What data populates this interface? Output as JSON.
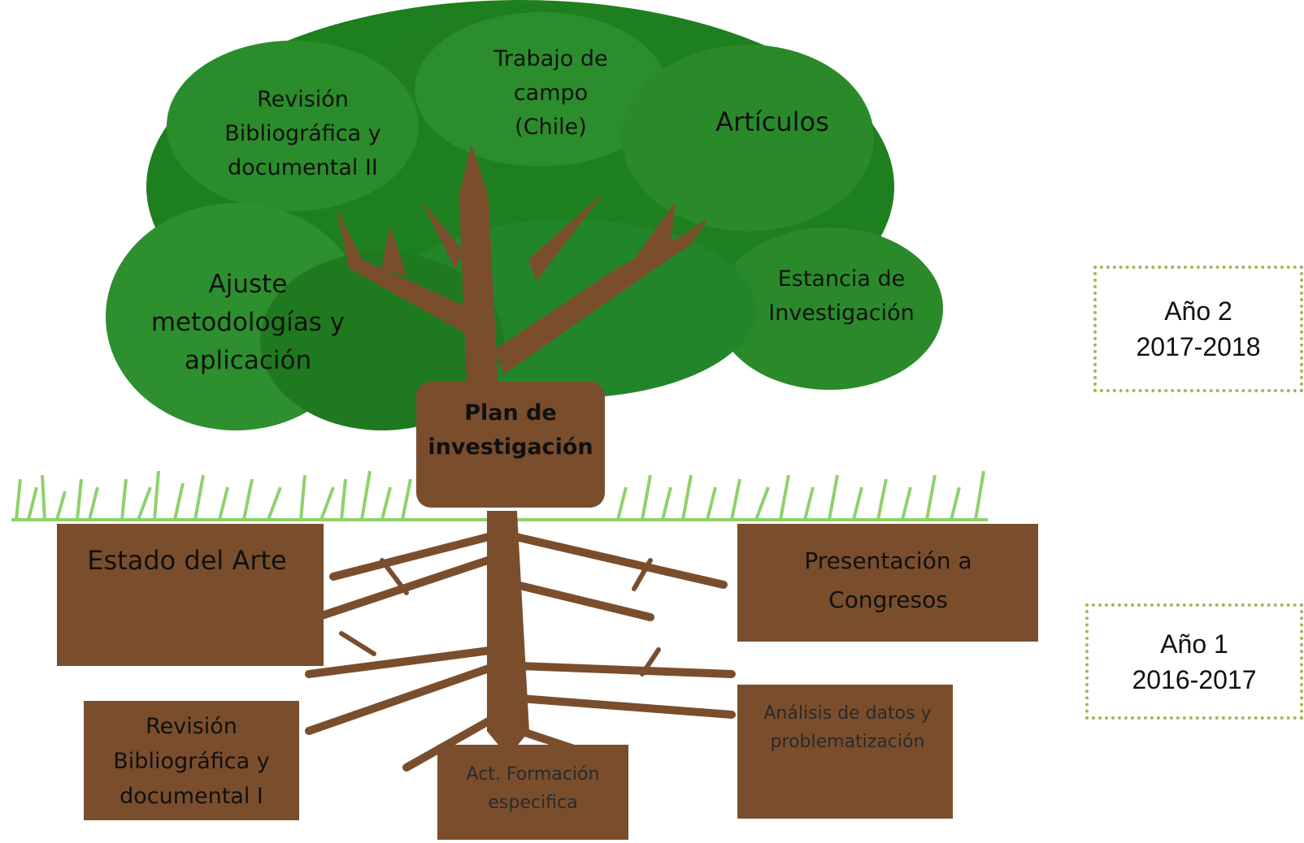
{
  "canopy": [
    {
      "text": "Revisión\nBibliográfica y\ndocumental II"
    },
    {
      "text": "Trabajo de\ncampo\n(Chile)"
    },
    {
      "text": "Artículos"
    },
    {
      "text": "Ajuste\nmetodologías y\naplicación"
    },
    {
      "text": "Estancia de\nInvestigación"
    }
  ],
  "trunk_label": "Plan de\ninvestigación",
  "roots": [
    {
      "text": "Estado del Arte"
    },
    {
      "text": "Presentación a\nCongresos"
    },
    {
      "text": "Revisión\nBibliográfica y\ndocumental I"
    },
    {
      "text": "Act. Formación\nespecifica"
    },
    {
      "text": "Análisis de datos y\nproblematización"
    }
  ],
  "years": [
    {
      "text": "Año 2\n2017-2018"
    },
    {
      "text": "Año 1\n2016-2017"
    }
  ],
  "colors": {
    "foliage": "#2e8b2e",
    "foliage_dark": "#1f6f1f",
    "wood": "#7a4e2d",
    "grass": "#8fd16a",
    "year_border": "#9bbb59"
  }
}
